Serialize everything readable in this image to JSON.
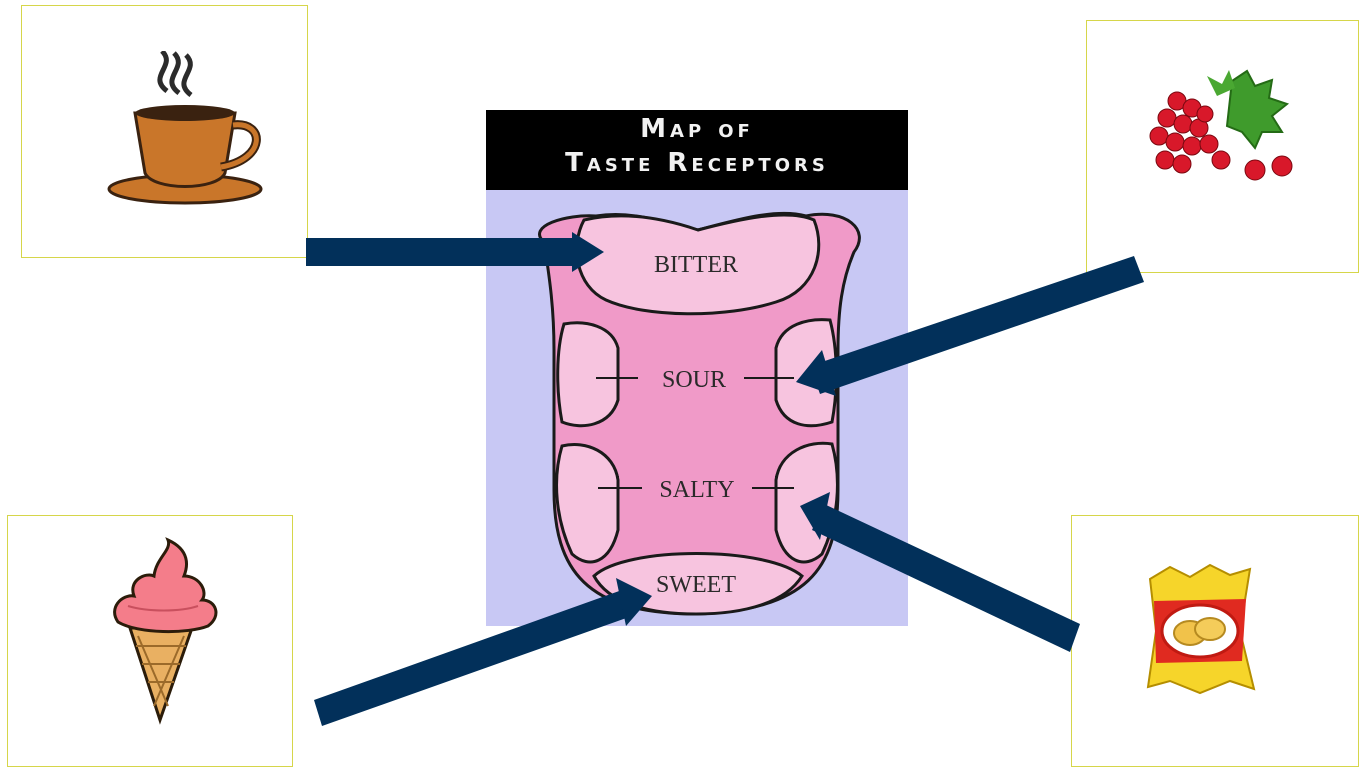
{
  "map": {
    "title_line1": "Map of",
    "title_line2": "Taste Receptors"
  },
  "regions": {
    "bitter": "BITTER",
    "sour": "SOUR",
    "salty": "SALTY",
    "sweet": "SWEET"
  },
  "images": {
    "coffee": "coffee-cup",
    "berries": "red-currants",
    "icecream": "ice-cream-cone",
    "chips": "potato-chips-bag"
  },
  "colors": {
    "arrow": "#02305a",
    "panel_border": "#d6d64a",
    "tongue_background": "#c8c8f4",
    "tongue_mid": "#f09ac8",
    "tongue_light": "#f7c4df"
  }
}
